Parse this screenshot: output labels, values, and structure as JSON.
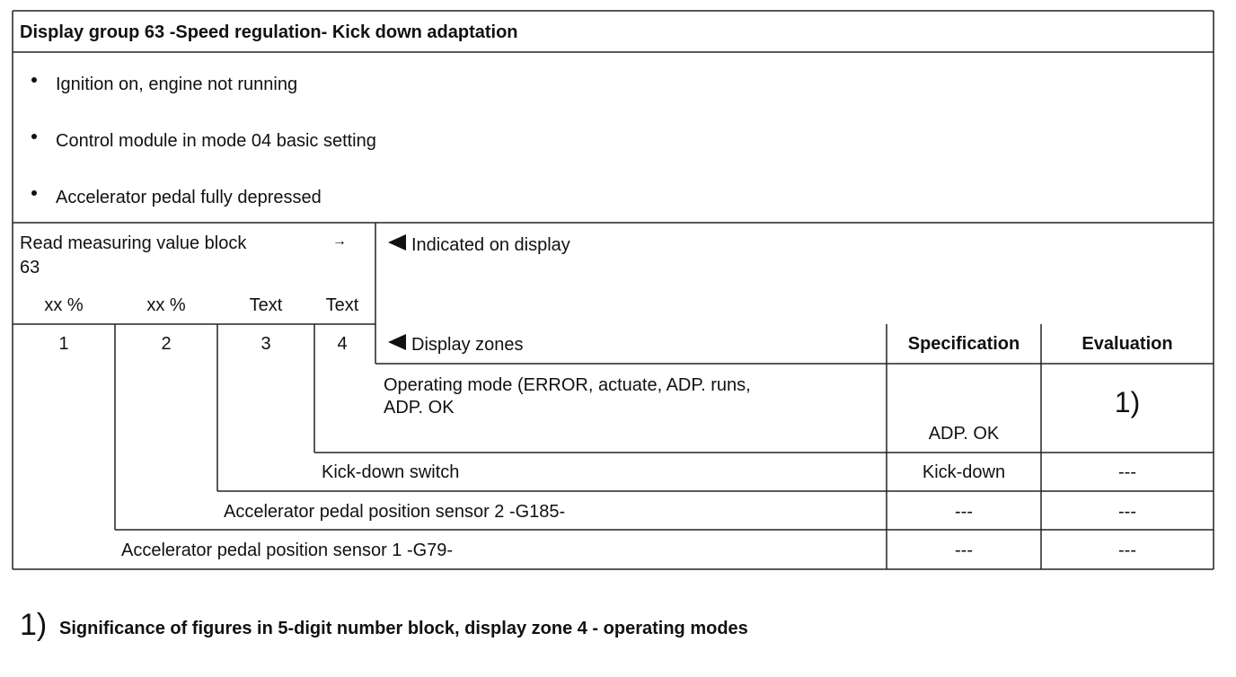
{
  "title": "Display group 63 -Speed regulation- Kick down adaptation",
  "conditions": [
    "Ignition on, engine not running",
    "Control module in mode 04 basic setting",
    "Accelerator pedal fully depressed"
  ],
  "left_header": {
    "read_block": "Read measuring value block",
    "block_number": "63",
    "arrow": "→",
    "units": [
      "xx %",
      "xx %",
      "Text",
      "Text"
    ],
    "zones": [
      "1",
      "2",
      "3",
      "4"
    ]
  },
  "indicated_on_display": "Indicated on display",
  "display_zones": "Display zones",
  "specification_header": "Specification",
  "evaluation_header": "Evaluation",
  "rows": [
    {
      "description_line1": "Operating mode (ERROR, actuate, ADP. runs,",
      "description_line2": "ADP. OK",
      "specification": "ADP. OK",
      "evaluation": "1)"
    },
    {
      "description": "Kick-down switch",
      "specification": "Kick-down",
      "evaluation": "---"
    },
    {
      "description": "Accelerator pedal position sensor 2 -G185-",
      "specification": "---",
      "evaluation": "---"
    },
    {
      "description": "Accelerator pedal position sensor 1 -G79-",
      "specification": "---",
      "evaluation": "---"
    }
  ],
  "footnote": {
    "marker": "1)",
    "text": "Significance of figures in 5-digit number block, display zone 4 - operating modes"
  }
}
